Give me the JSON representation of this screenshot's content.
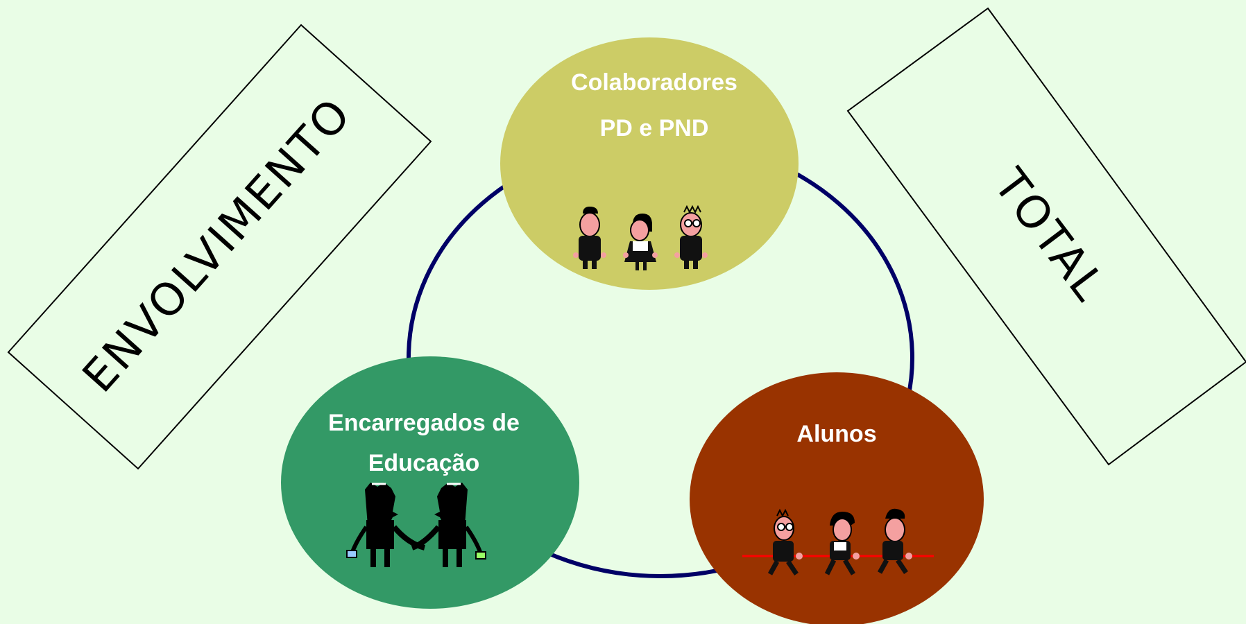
{
  "banners": {
    "left": "ENVOLVIMENTO",
    "right": "TOTAL"
  },
  "nodes": {
    "top": {
      "line1": "Colaboradores",
      "line2": "PD e PND",
      "color": "#cccc66"
    },
    "left": {
      "line1": "Encarregados de",
      "line2": "Educação",
      "color": "#339966"
    },
    "right": {
      "line1": "Alunos",
      "color": "#993300"
    }
  },
  "cycle_color": "#000066",
  "icons": {
    "top": "three-staff-people-icon",
    "left": "handshake-parents-icon",
    "right": "three-students-tug-of-war-icon"
  }
}
